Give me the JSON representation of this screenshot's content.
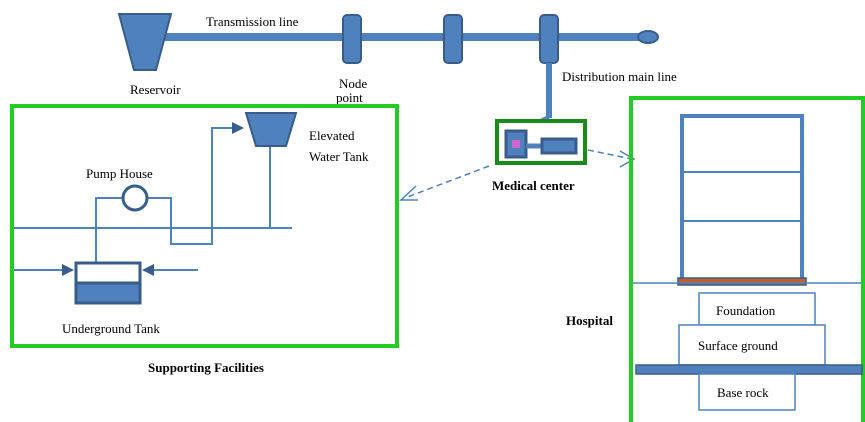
{
  "labels": {
    "transmission_line": "Transmission line",
    "reservoir": "Reservoir",
    "node_point_1": "Node",
    "node_point_2": "point",
    "distribution_main_line": "Distribution main line",
    "elevated_tank_1": "Elevated",
    "elevated_tank_2": "Water Tank",
    "pump_house": "Pump House",
    "underground_tank": "Underground Tank",
    "supporting_facilities": "Supporting Facilities",
    "medical_center": "Medical center",
    "hospital": "Hospital",
    "foundation": "Foundation",
    "surface_ground": "Surface ground",
    "base_rock": "Base rock"
  },
  "colors": {
    "pipe": "#4f81bd",
    "pipe_dark": "#385d8a",
    "frame_green": "#22cc22",
    "medical_green": "#1a8a1a",
    "slab_brown": "#c0612c",
    "pink": "#cc66cc"
  }
}
